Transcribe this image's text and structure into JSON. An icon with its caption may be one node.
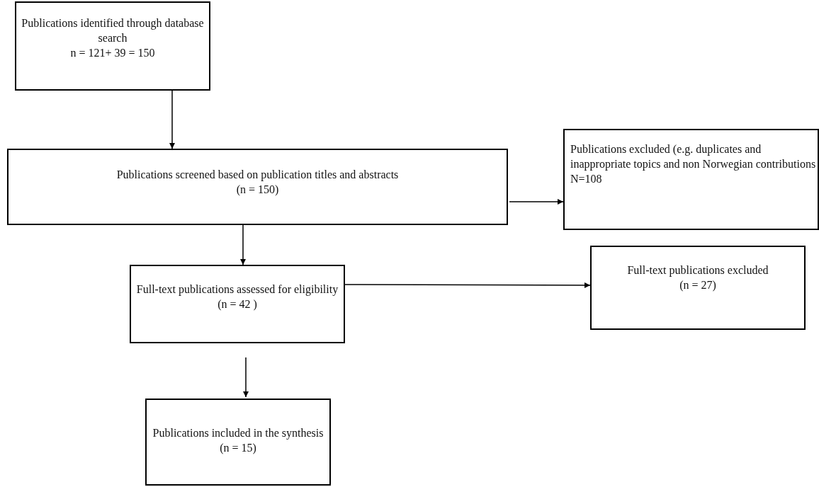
{
  "diagram": {
    "nodes": [
      {
        "text": [
          "Publications identified through database search",
          "n = 121+ 39 = 150"
        ]
      },
      {
        "text": [
          "Publications screened based on publication titles and abstracts",
          "(n = 150)"
        ]
      },
      {
        "text": [
          "Publications excluded (e.g. duplicates and inappropriate topics and non Norwegian contributions",
          "N=108"
        ]
      },
      {
        "text": [
          "Full-text publications assessed for eligibility",
          "(n = 42 )"
        ]
      },
      {
        "text": [
          "Full-text publications excluded",
          "(n = 27)"
        ]
      },
      {
        "text": [
          "Publications included in the synthesis",
          "(n = 15)"
        ]
      }
    ],
    "edges": [
      {
        "from": 0,
        "to": 1,
        "arrow": "to"
      },
      {
        "from": 1,
        "to": 2,
        "arrow": "to"
      },
      {
        "from": 1,
        "to": 3,
        "arrow": "to"
      },
      {
        "from": 3,
        "to": 4,
        "arrow": "to"
      },
      {
        "from": 3,
        "to": 5,
        "arrow": "to"
      }
    ]
  }
}
